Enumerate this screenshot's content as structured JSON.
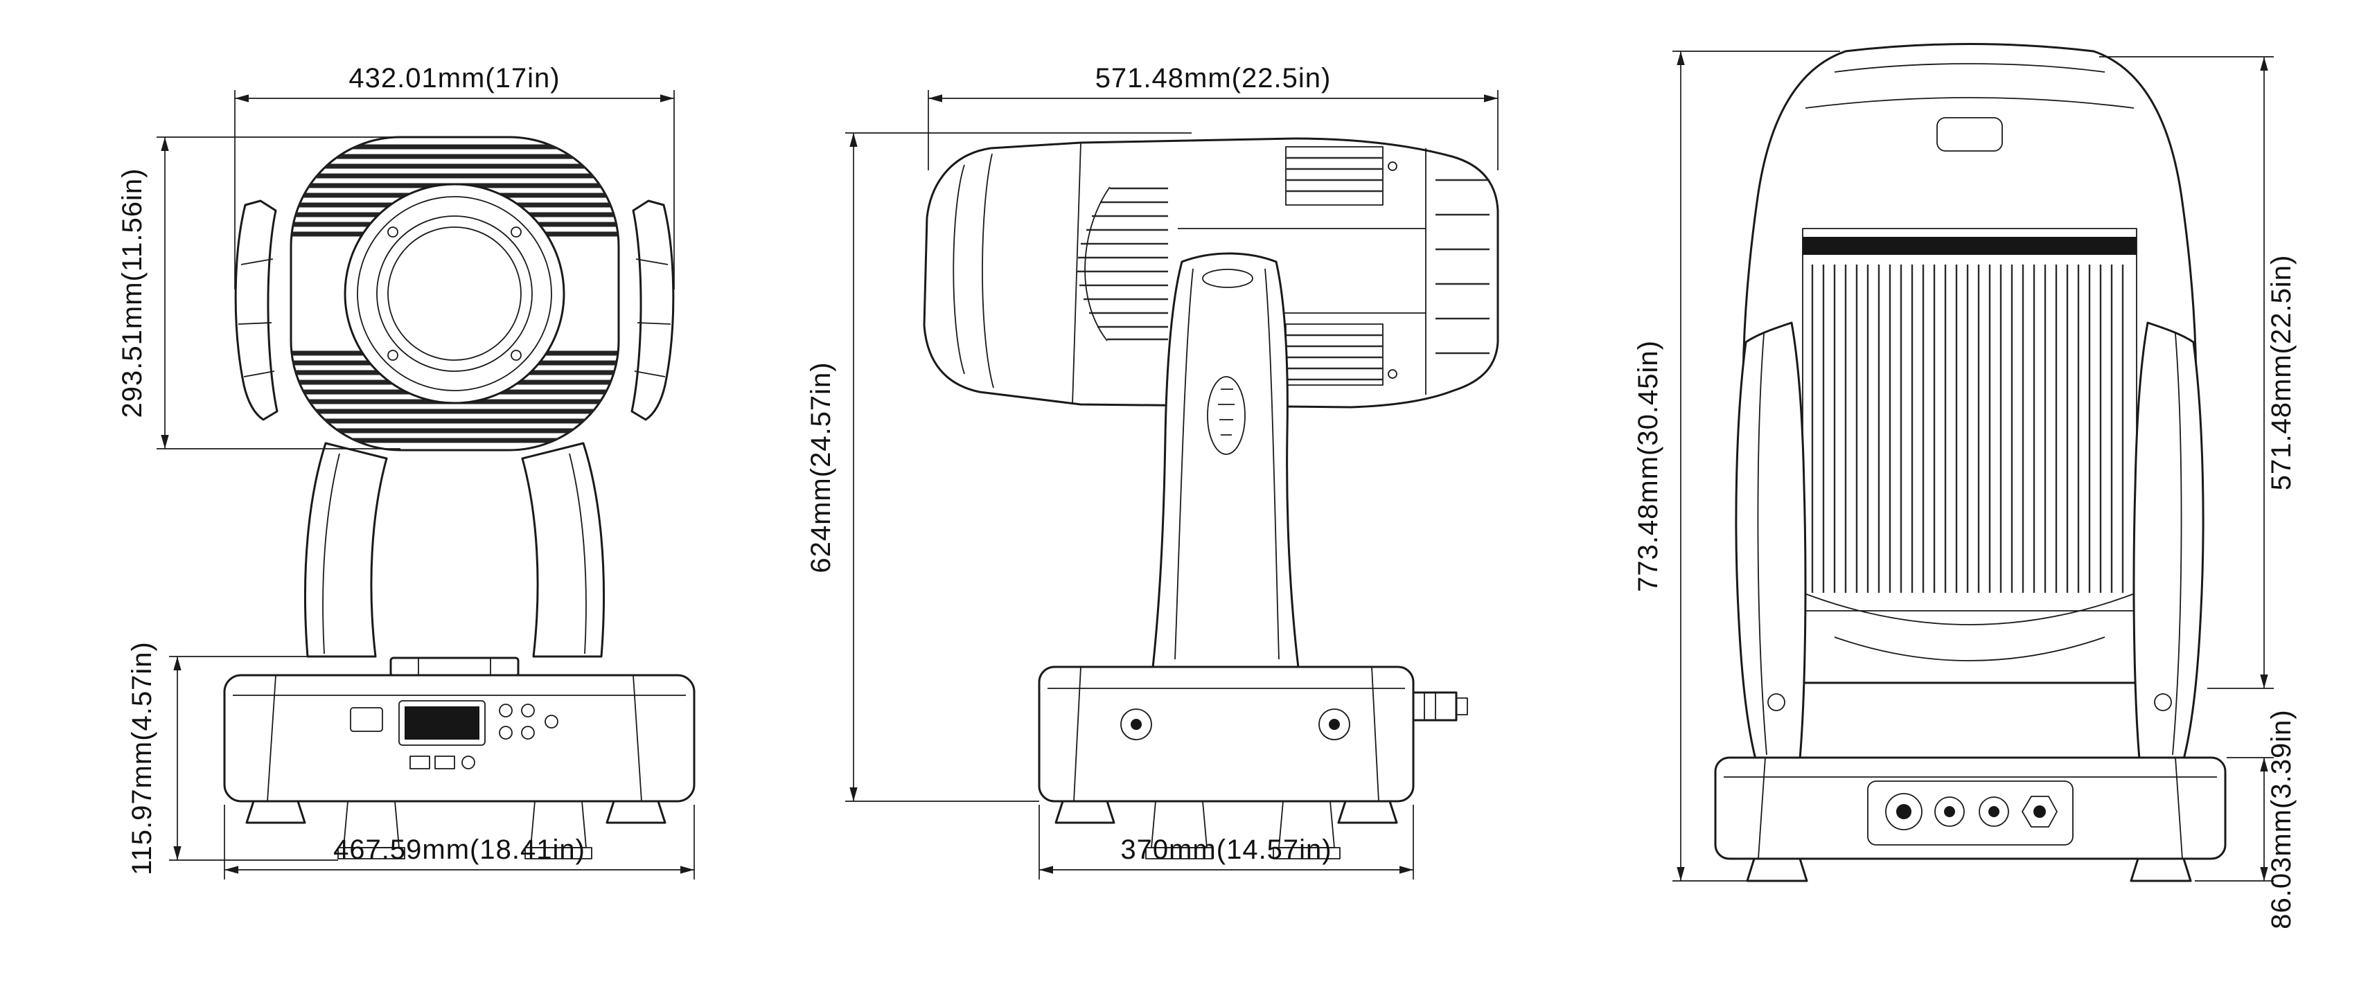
{
  "colors": {
    "background": "#ffffff",
    "ink": "#1a1a1a"
  },
  "views": {
    "front": {
      "dims": {
        "head_width": "432.01mm(17in)",
        "head_height": "293.51mm(11.56in)",
        "base_height": "115.97mm(4.57in)",
        "base_width": "467.59mm(18.41in)"
      }
    },
    "side": {
      "dims": {
        "head_length": "571.48mm(22.5in)",
        "overall_height": "624mm(24.57in)",
        "base_depth": "370mm(14.57in)"
      }
    },
    "rear": {
      "dims": {
        "overall_height": "773.48mm(30.45in)",
        "head_length": "571.48mm(22.5in)",
        "base_height": "86.03mm(3.39in)"
      }
    }
  }
}
